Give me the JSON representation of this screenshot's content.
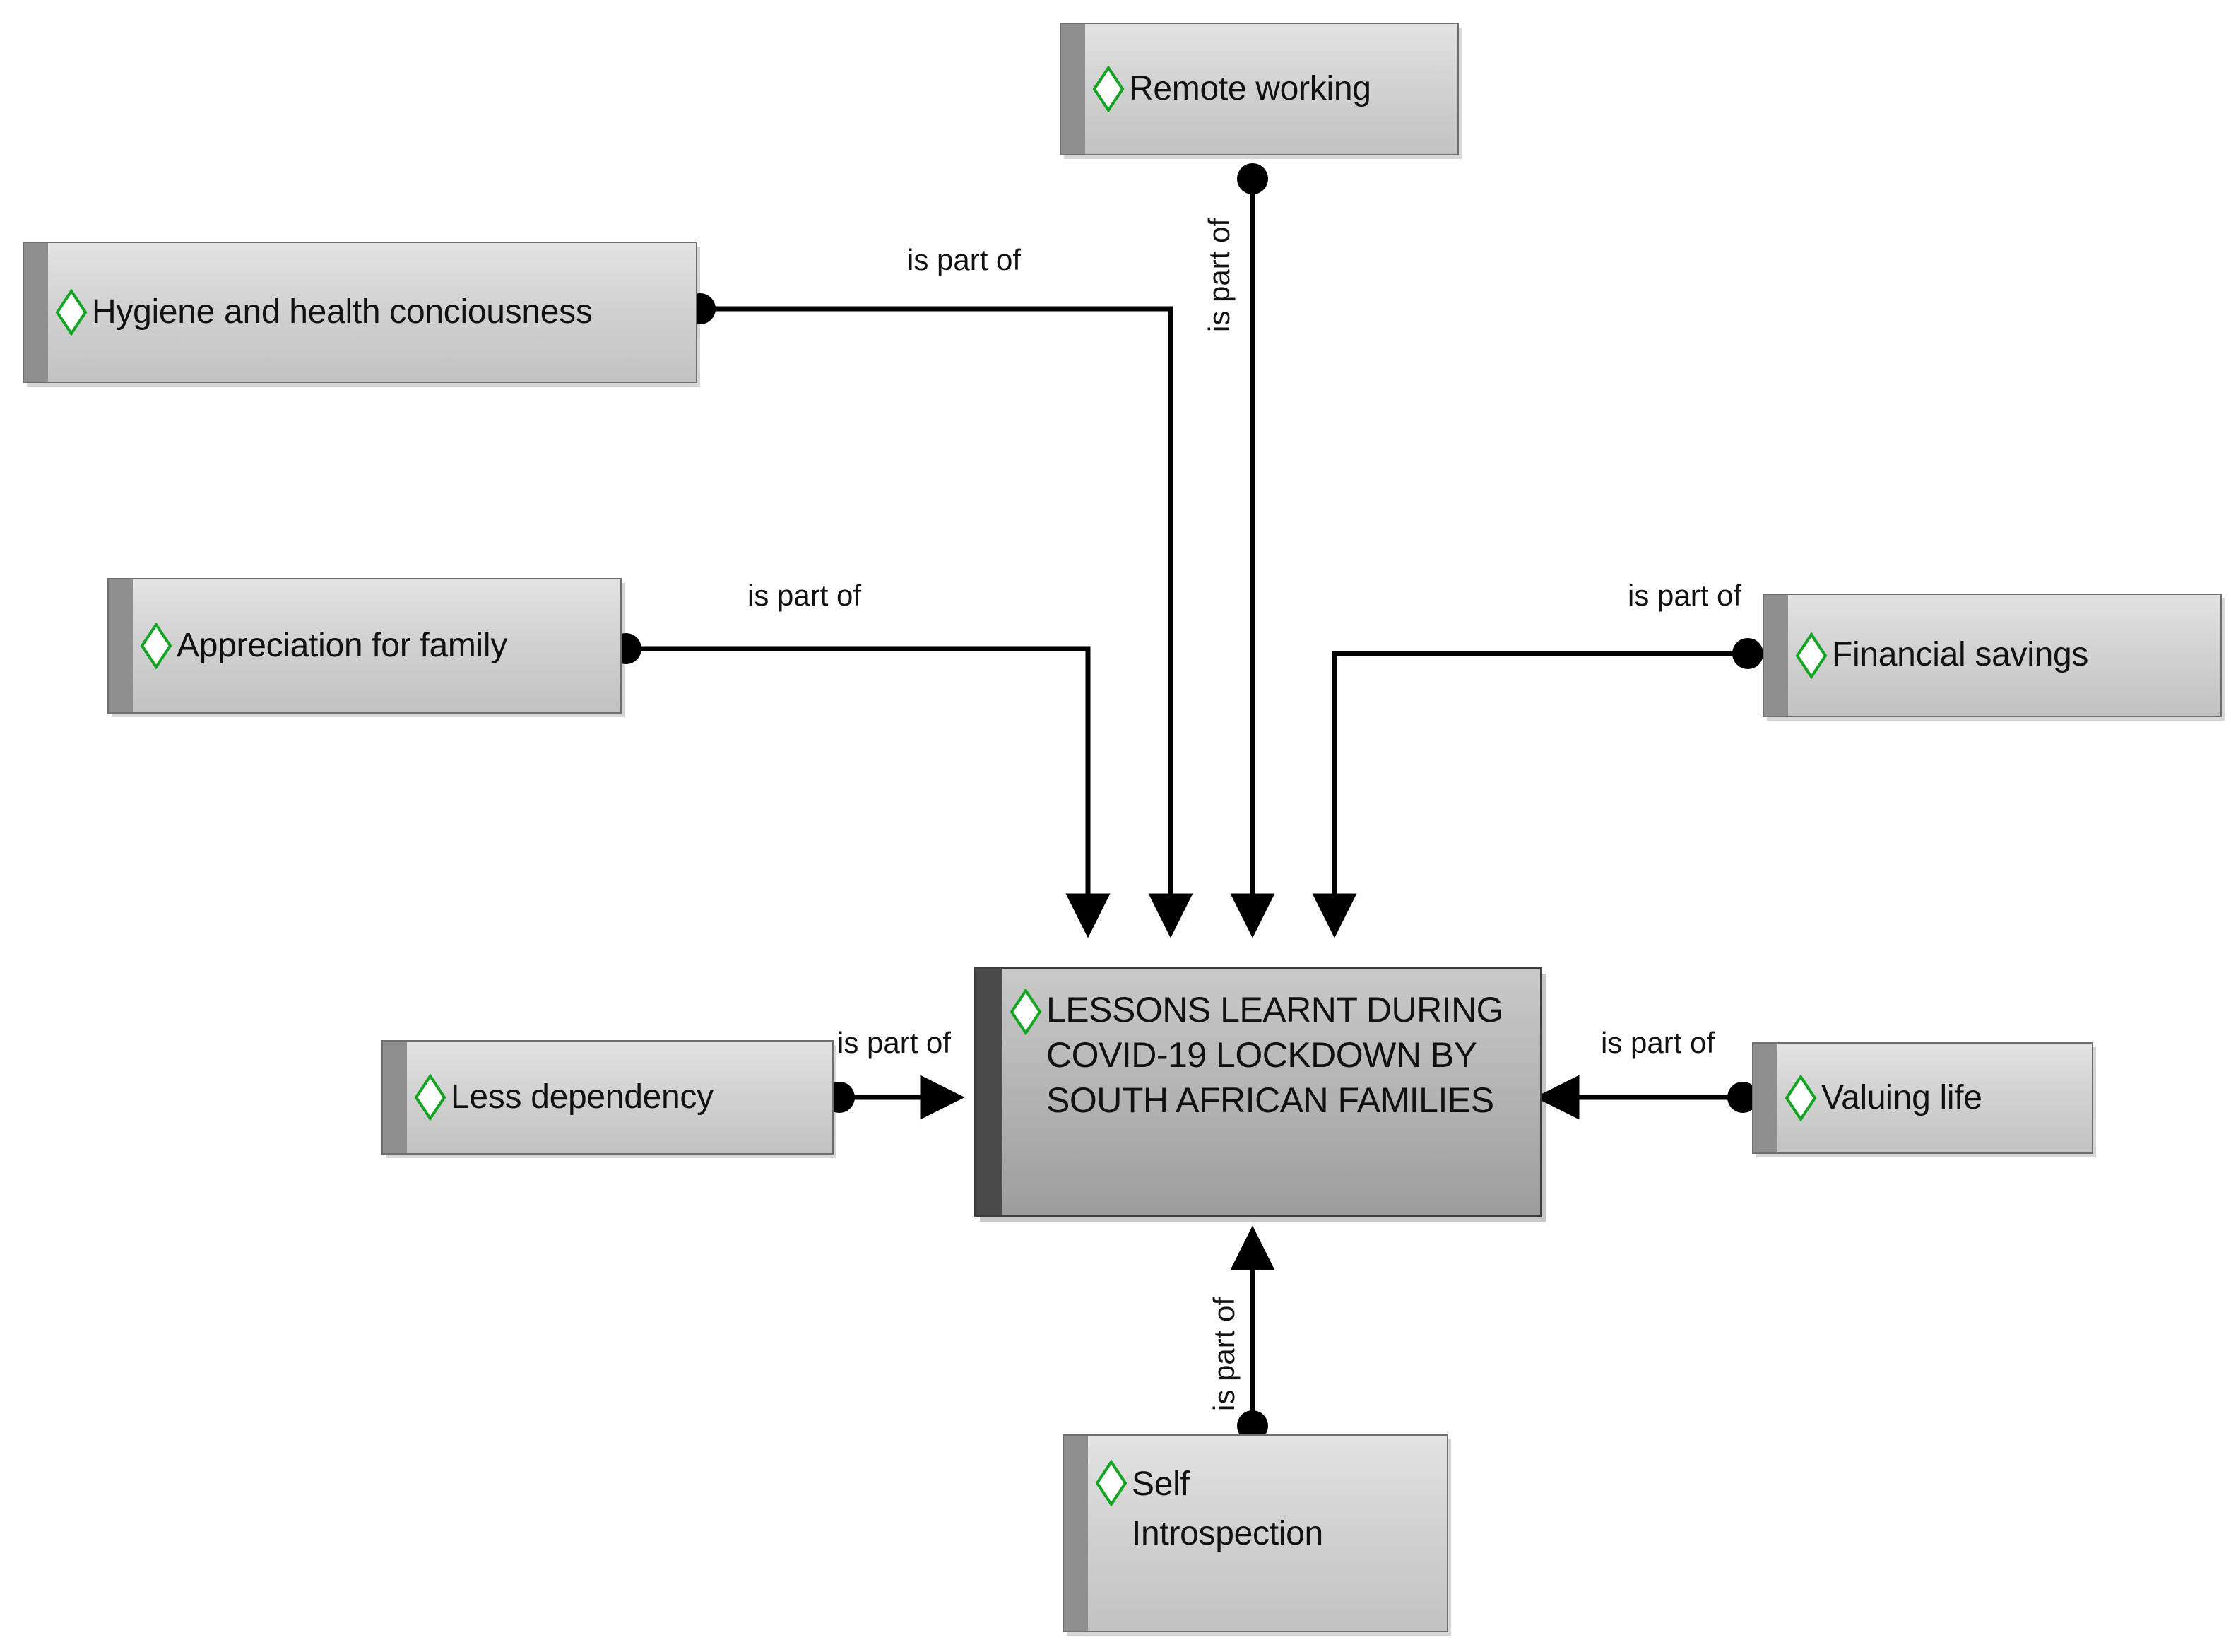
{
  "diagram": {
    "type": "concept-map",
    "title": "LESSONS LEARNT DURING COVID-19 LOCKDOWN BY SOUTH AFRICAN FAMILIES",
    "relation_label": "is part of",
    "colors": {
      "gem_stroke": "#12a521",
      "node_fill_light": "#dcdcdc",
      "node_fill_dark": "#b0b0b0",
      "node_border": "#6e6e6e",
      "central_border": "#3c3c3c",
      "edge": "#000000",
      "background": "#ffffff"
    },
    "central_node": {
      "id": "central",
      "label": "LESSONS LEARNT DURING\nCOVID-19 LOCKDOWN BY\nSOUTH AFRICAN FAMILIES",
      "icon": "green-diamond-icon"
    },
    "nodes": [
      {
        "id": "remote-working",
        "label": "Remote working",
        "icon": "green-diamond-icon"
      },
      {
        "id": "hygiene",
        "label": "Hygiene and health conciousness",
        "icon": "green-diamond-icon"
      },
      {
        "id": "appreciation",
        "label": "Appreciation for family",
        "icon": "green-diamond-icon"
      },
      {
        "id": "financial",
        "label": "Financial savings",
        "icon": "green-diamond-icon"
      },
      {
        "id": "less-dependency",
        "label": "Less dependency",
        "icon": "green-diamond-icon"
      },
      {
        "id": "valuing-life",
        "label": "Valuing life",
        "icon": "green-diamond-icon"
      },
      {
        "id": "self",
        "label": "Self\nIntrospection",
        "icon": "green-diamond-icon"
      }
    ],
    "edges": [
      {
        "from": "remote-working",
        "to": "central",
        "label": "is part of",
        "orientation": "vertical"
      },
      {
        "from": "hygiene",
        "to": "central",
        "label": "is part of",
        "orientation": "horizontal"
      },
      {
        "from": "appreciation",
        "to": "central",
        "label": "is part of",
        "orientation": "horizontal"
      },
      {
        "from": "financial",
        "to": "central",
        "label": "is part of",
        "orientation": "horizontal"
      },
      {
        "from": "less-dependency",
        "to": "central",
        "label": "is part of",
        "orientation": "horizontal"
      },
      {
        "from": "valuing-life",
        "to": "central",
        "label": "is part of",
        "orientation": "horizontal"
      },
      {
        "from": "self",
        "to": "central",
        "label": "is part of",
        "orientation": "vertical"
      }
    ],
    "edge_labels": {
      "hygiene": "is part of",
      "remote_working": "is part of",
      "appreciation": "is part of",
      "financial": "is part of",
      "less_dependency": "is part of",
      "valuing_life": "is part of",
      "self": "is part of"
    }
  }
}
